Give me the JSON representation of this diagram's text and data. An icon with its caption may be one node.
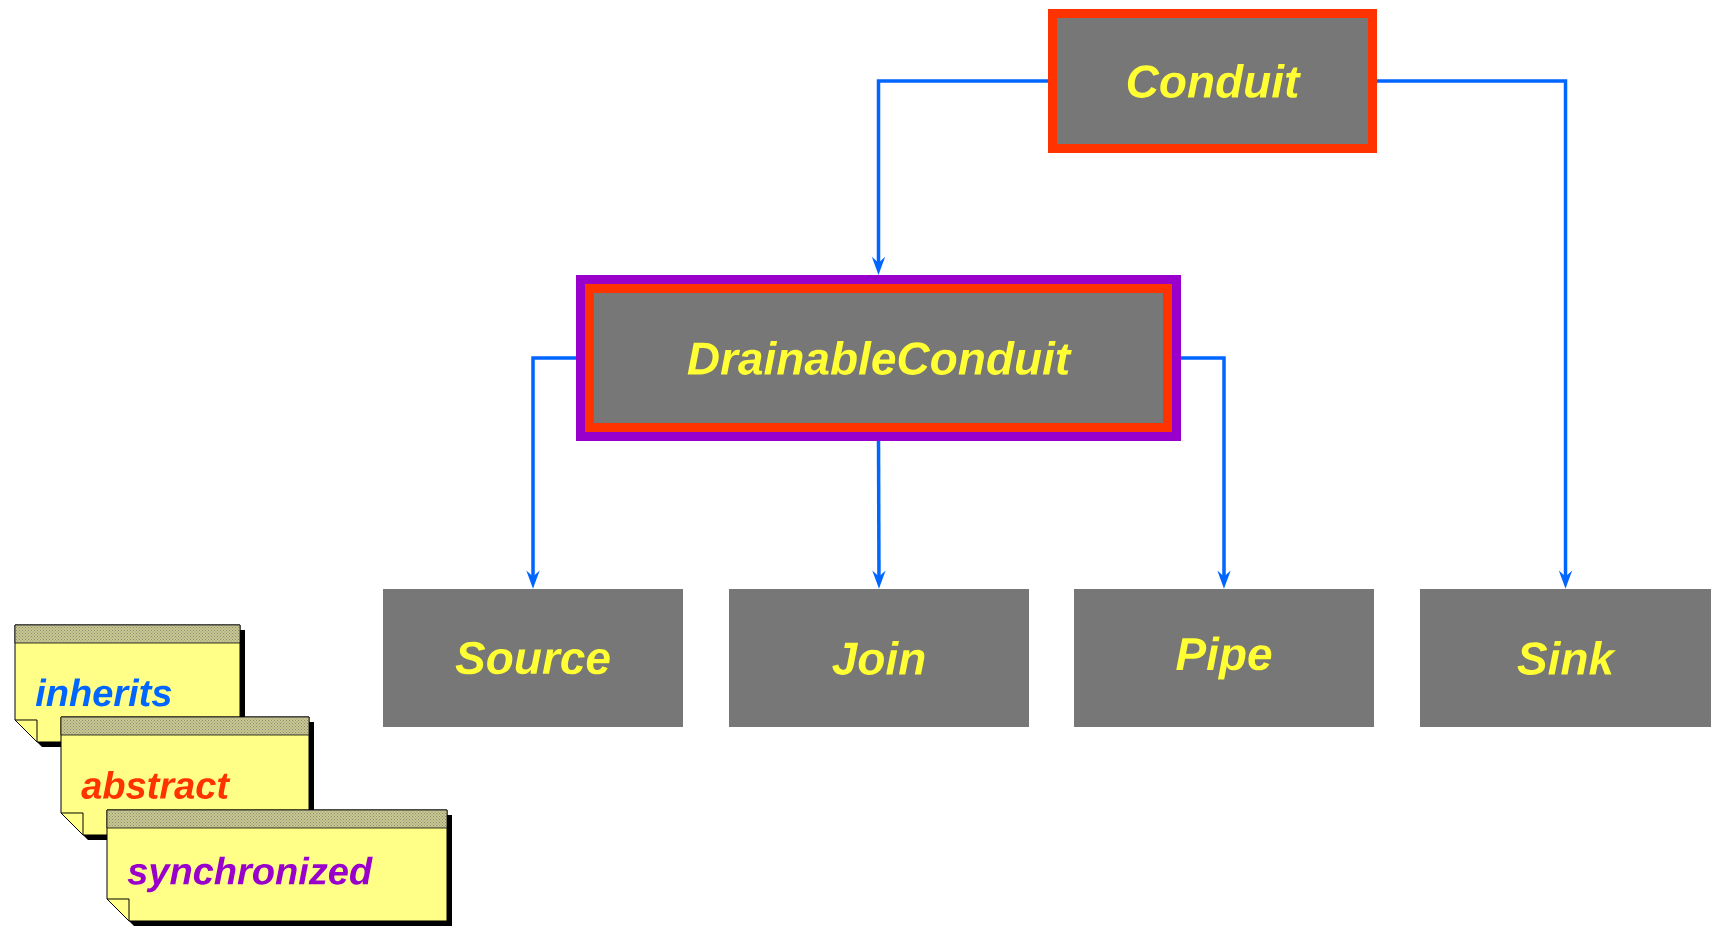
{
  "diagram": {
    "nodes": [
      {
        "text": [
          "Conduit"
        ]
      },
      {
        "text": [
          "DrainableConduit"
        ]
      },
      {
        "text": [
          "Source"
        ]
      },
      {
        "text": [
          "Join"
        ]
      },
      {
        "text": [
          "Pipe"
        ]
      },
      {
        "text": [
          "Sink"
        ]
      }
    ],
    "edges": [
      {
        "from": 0,
        "to": 1,
        "arrow": "to"
      },
      {
        "from": 0,
        "to": 5,
        "arrow": "to"
      },
      {
        "from": 1,
        "to": 2,
        "arrow": "to"
      },
      {
        "from": 1,
        "to": 3,
        "arrow": "to"
      },
      {
        "from": 1,
        "to": 4,
        "arrow": "to"
      }
    ],
    "legend": [
      {
        "text": "inherits",
        "color": "#0066ff"
      },
      {
        "text": "abstract",
        "color": "#ff3300"
      },
      {
        "text": "synchronized",
        "color": "#9900cc"
      }
    ]
  }
}
